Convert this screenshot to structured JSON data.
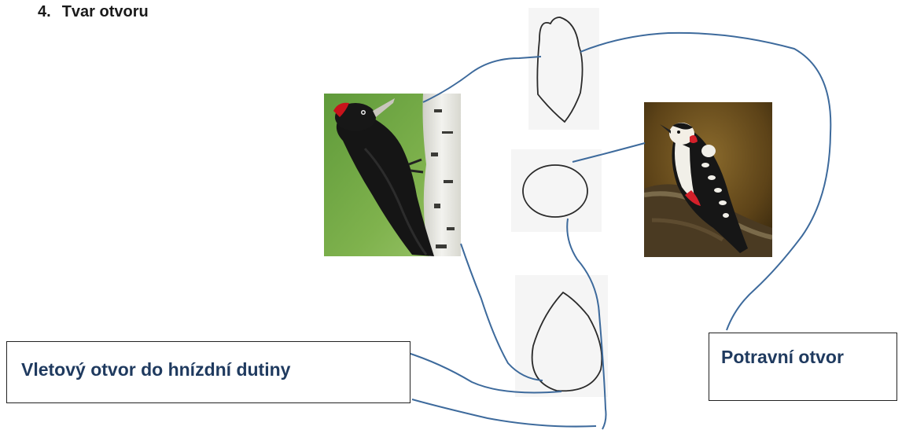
{
  "heading": {
    "number": "4.",
    "title": "Tvar otvoru"
  },
  "labels": {
    "nest_entrance": "Vletový otvor do hnízdní dutiny",
    "feeding_hole": "Potravní otvor"
  },
  "images": {
    "left_bird": "black-woodpecker-photo",
    "right_bird": "great-spotted-woodpecker-photo"
  },
  "colors": {
    "connector": "#3d6a9c",
    "shape_outline": "#2a2a2a",
    "label_text": "#1f3a5f"
  }
}
